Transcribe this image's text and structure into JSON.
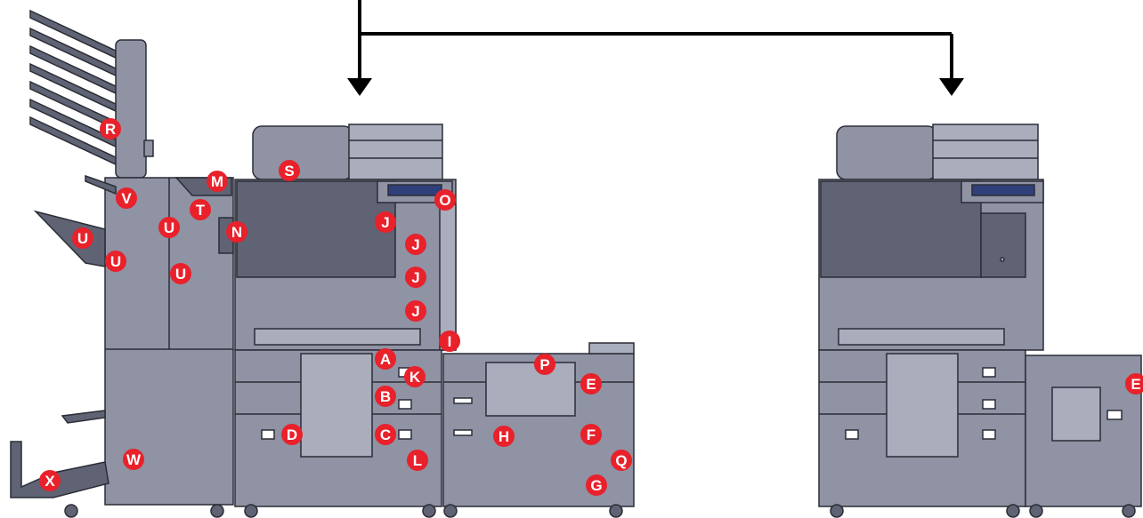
{
  "colors": {
    "machine_body": "#8f93a4",
    "machine_dark": "#5f6373",
    "machine_outline": "#2b2d36",
    "machine_light": "#a9adbc",
    "panel_screen": "#2e3f7a",
    "callout_fill": "#e8212b",
    "callout_text": "#ffffff",
    "connector_line": "#000000"
  },
  "callouts": [
    {
      "label": "A",
      "part": "main-unit"
    },
    {
      "label": "B",
      "part": "main-unit"
    },
    {
      "label": "C",
      "part": "main-unit"
    },
    {
      "label": "D",
      "part": "main-unit"
    },
    {
      "label": "E",
      "part": "side-feeder"
    },
    {
      "label": "F",
      "part": "side-feeder"
    },
    {
      "label": "G",
      "part": "side-feeder"
    },
    {
      "label": "H",
      "part": "side-feeder"
    },
    {
      "label": "I",
      "part": "main-unit"
    },
    {
      "label": "J",
      "part": "main-unit"
    },
    {
      "label": "J",
      "part": "main-unit"
    },
    {
      "label": "J",
      "part": "main-unit"
    },
    {
      "label": "J",
      "part": "main-unit"
    },
    {
      "label": "K",
      "part": "main-unit"
    },
    {
      "label": "L",
      "part": "main-unit"
    },
    {
      "label": "M",
      "part": "finisher"
    },
    {
      "label": "N",
      "part": "finisher"
    },
    {
      "label": "O",
      "part": "main-unit"
    },
    {
      "label": "P",
      "part": "side-feeder"
    },
    {
      "label": "Q",
      "part": "side-feeder"
    },
    {
      "label": "R",
      "part": "mailbox"
    },
    {
      "label": "S",
      "part": "document-processor"
    },
    {
      "label": "T",
      "part": "finisher"
    },
    {
      "label": "U",
      "part": "finisher"
    },
    {
      "label": "U",
      "part": "finisher"
    },
    {
      "label": "U",
      "part": "finisher"
    },
    {
      "label": "U",
      "part": "finisher"
    },
    {
      "label": "V",
      "part": "finisher"
    },
    {
      "label": "W",
      "part": "finisher"
    },
    {
      "label": "X",
      "part": "finisher"
    },
    {
      "label": "E",
      "part": "alt-side-feeder"
    }
  ]
}
